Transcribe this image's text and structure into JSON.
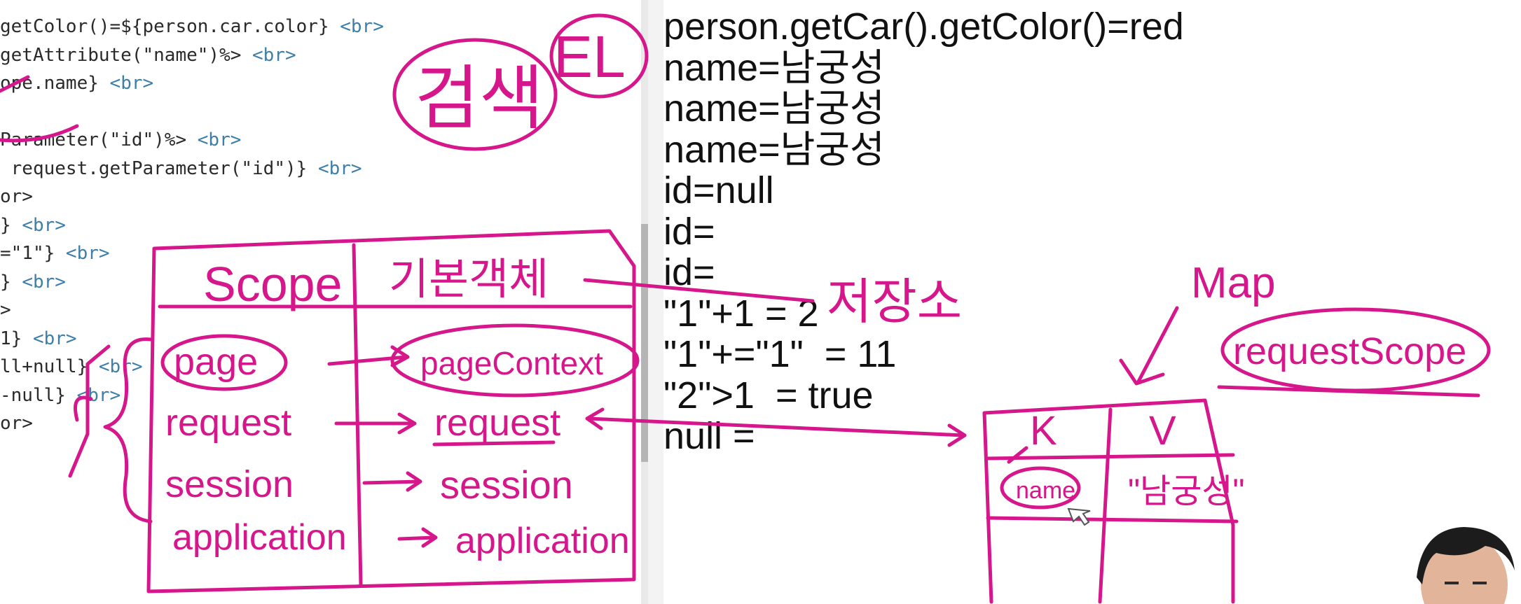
{
  "editor": {
    "code_lines": [
      {
        "code": "getColor()=${person.car.color} ",
        "tag": "<br>"
      },
      {
        "code": "getAttribute(\"name\")%> ",
        "tag": "<br>"
      },
      {
        "code": "ope.name} ",
        "tag": "<br>"
      },
      {
        "code": "",
        "tag": ""
      },
      {
        "code": "Parameter(\"id\")%> ",
        "tag": "<br>"
      },
      {
        "code": " request.getParameter(\"id\")} ",
        "tag": "<br>"
      },
      {
        "code": "or>",
        "tag": ""
      },
      {
        "code": "} ",
        "tag": "<br>"
      },
      {
        "code": "=\"1\"} ",
        "tag": "<br>"
      },
      {
        "code": "} ",
        "tag": "<br>"
      },
      {
        "code": ">",
        "tag": ""
      },
      {
        "code": "1} ",
        "tag": "<br>"
      },
      {
        "code": "ll+null} ",
        "tag": "<br>"
      },
      {
        "code": "-null} ",
        "tag": "<br>"
      },
      {
        "code": "or>",
        "tag": ""
      }
    ]
  },
  "output": {
    "lines": [
      "person.getCar().getColor()=red",
      "name=남궁성",
      "name=남궁성",
      "name=남궁성",
      "id=null",
      "id=",
      "id=",
      "\"1\"+1 = 2",
      "\"1\"+=\"1\"  = 11",
      "\"2\">1  = true",
      "null ="
    ]
  },
  "annotations": {
    "search_label": "검색",
    "el_label": "EL",
    "scope_header": "Scope",
    "object_header": "기본객체",
    "storage_label": "저장소",
    "map_label": "Map",
    "map_name": "requestScope",
    "scopes": [
      "page",
      "request",
      "session",
      "application"
    ],
    "objects": [
      "pageContext",
      "request",
      "session",
      "application"
    ],
    "table_key_header": "K",
    "table_value_header": "V",
    "table_key": "name",
    "table_value": "\"남궁성\"",
    "ink_color": "#d6178b"
  }
}
